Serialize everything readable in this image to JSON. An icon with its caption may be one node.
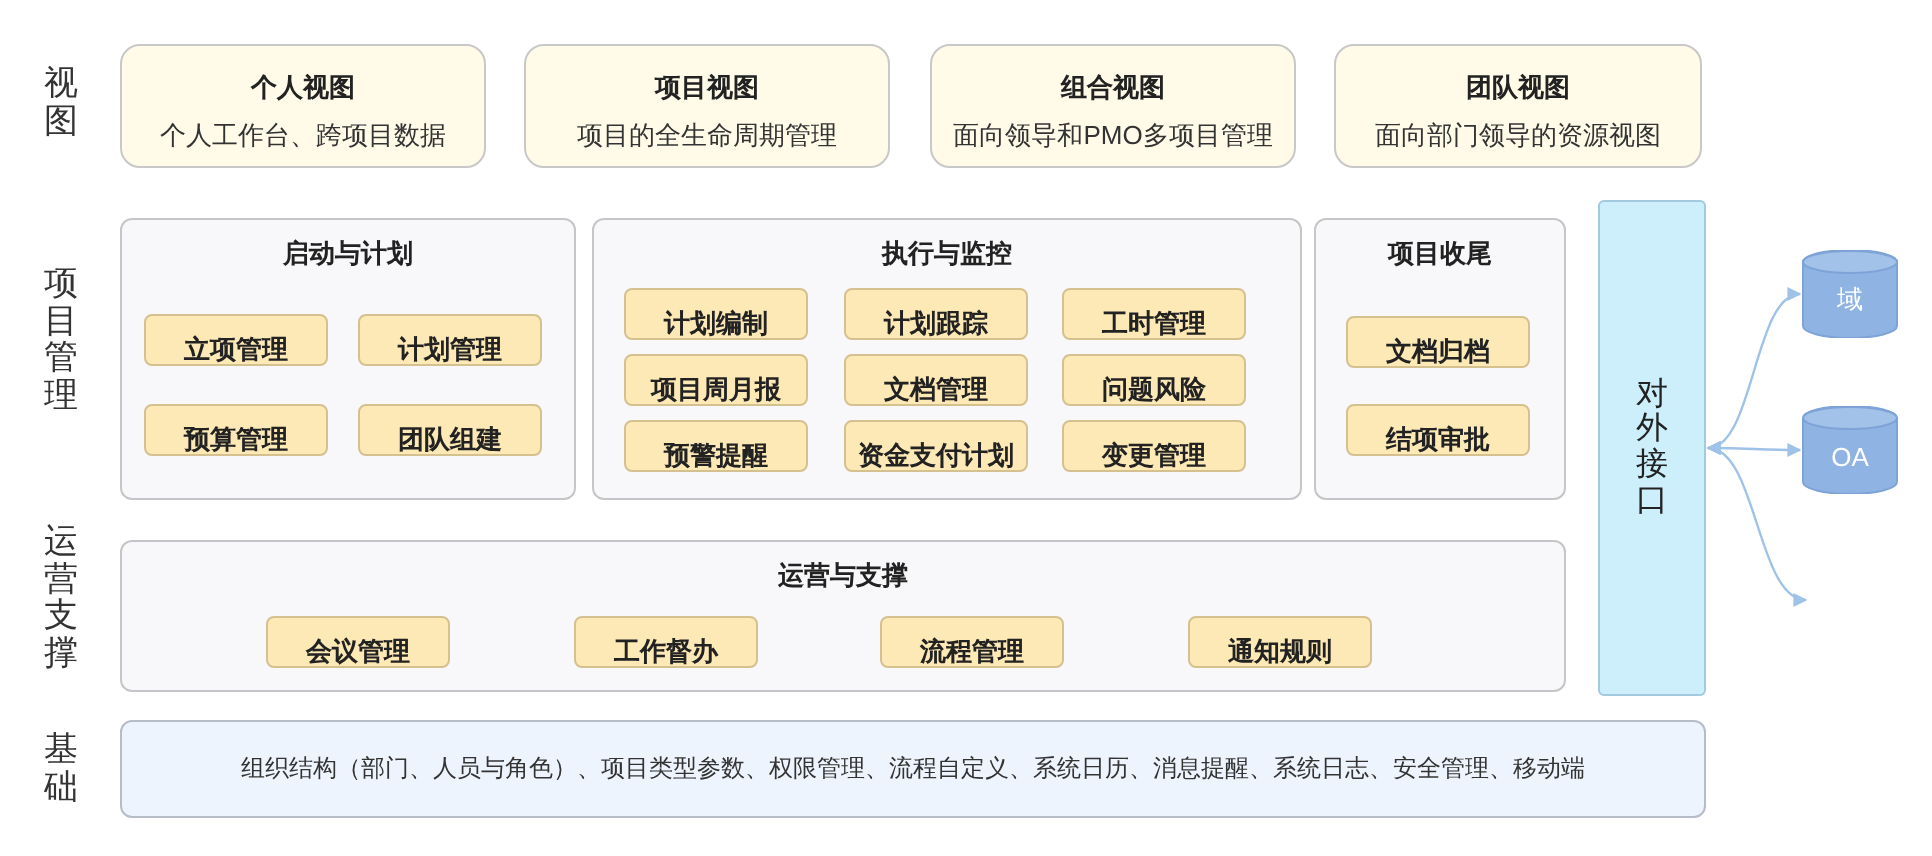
{
  "diagram": {
    "nodes": [
      {
        "text": [
          "个人视图",
          "个人工作台、跨项目数据"
        ]
      },
      {
        "text": [
          "项目视图",
          "项目的全生命周期管理"
        ]
      },
      {
        "text": [
          "组合视图",
          "面向领导和PMO多项目管理"
        ]
      },
      {
        "text": [
          "团队视图",
          "面向部门领导的资源视图"
        ]
      },
      {
        "text": [
          "启动与计划"
        ]
      },
      {
        "text": [
          "立项管理"
        ],
        "in": 4
      },
      {
        "text": [
          "计划管理"
        ],
        "in": 4
      },
      {
        "text": [
          "预算管理"
        ],
        "in": 4
      },
      {
        "text": [
          "团队组建"
        ],
        "in": 4
      },
      {
        "text": [
          "执行与监控"
        ]
      },
      {
        "text": [
          "计划编制"
        ],
        "in": 9
      },
      {
        "text": [
          "计划跟踪"
        ],
        "in": 9
      },
      {
        "text": [
          "工时管理"
        ],
        "in": 9
      },
      {
        "text": [
          "项目周月报"
        ],
        "in": 9
      },
      {
        "text": [
          "文档管理"
        ],
        "in": 9
      },
      {
        "text": [
          "问题风险"
        ],
        "in": 9
      },
      {
        "text": [
          "预警提醒"
        ],
        "in": 9
      },
      {
        "text": [
          "资金支付计划"
        ],
        "in": 9
      },
      {
        "text": [
          "变更管理"
        ],
        "in": 9
      },
      {
        "text": [
          "项目收尾"
        ]
      },
      {
        "text": [
          "文档归档"
        ],
        "in": 19
      },
      {
        "text": [
          "结项审批"
        ],
        "in": 19
      },
      {
        "text": [
          "对外接口"
        ]
      },
      {
        "text": [
          "域"
        ]
      },
      {
        "text": [
          "OA"
        ]
      },
      {
        "text": [
          "运营与支撑"
        ]
      },
      {
        "text": [
          "会议管理"
        ],
        "in": 25
      },
      {
        "text": [
          "工作督办"
        ],
        "in": 25
      },
      {
        "text": [
          "流程管理"
        ],
        "in": 25
      },
      {
        "text": [
          "通知规则"
        ],
        "in": 25
      },
      {
        "text": [
          "组织结构（部门、人员与角色）、项目类型参数、权限管理、流程自定义、系统日历、消息提醒、系统日志、安全管理、移动端"
        ]
      }
    ],
    "edges": [
      {
        "from": 22,
        "to": 23,
        "arrow": "both"
      },
      {
        "from": 22,
        "to": 24,
        "arrow": "both"
      },
      {
        "from": 22,
        "to": null,
        "arrow": "both"
      }
    ],
    "labels": [
      "视图",
      "项目管理",
      "运营支撑",
      "基础"
    ]
  }
}
